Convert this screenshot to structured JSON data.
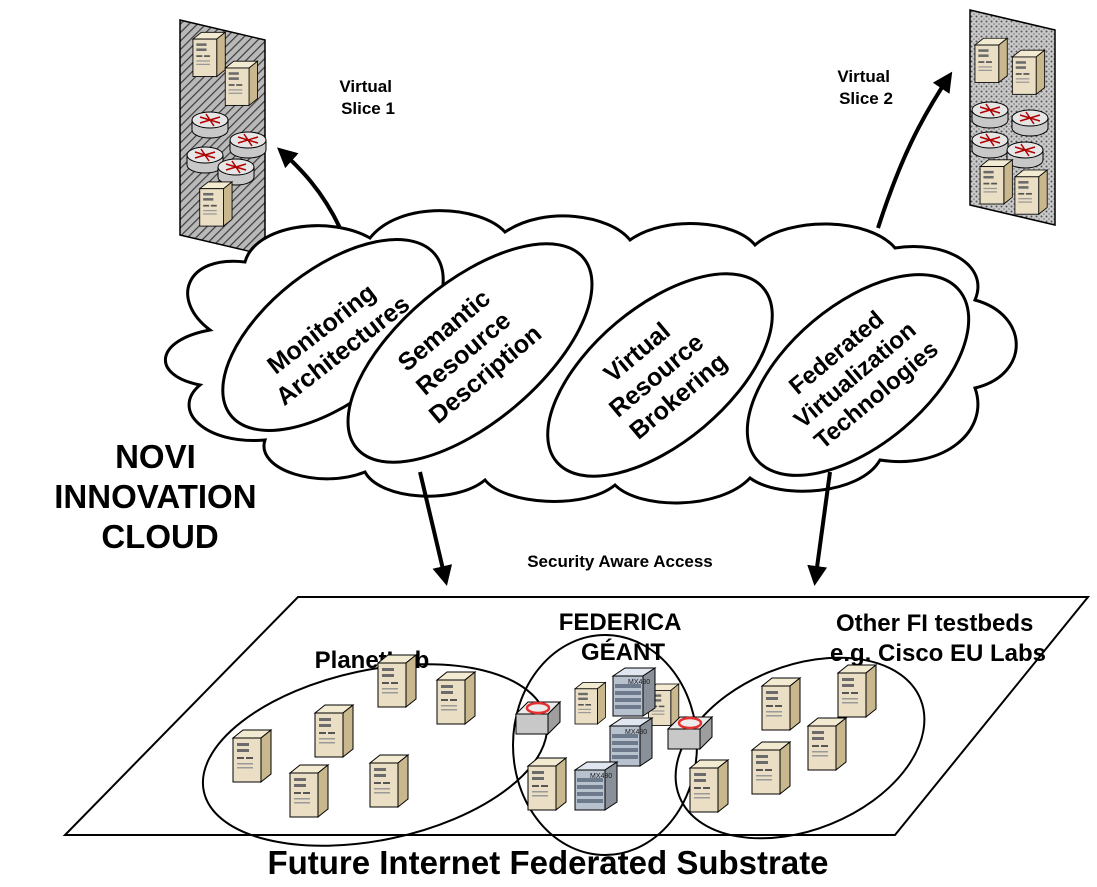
{
  "slices": [
    {
      "lines": [
        "Virtual",
        "Slice 1"
      ]
    },
    {
      "lines": [
        "Virtual",
        "Slice 2"
      ]
    }
  ],
  "cloud": {
    "title_lines": [
      "NOVI",
      "INNOVATION",
      "CLOUD"
    ],
    "components": [
      {
        "lines": [
          "Monitoring",
          "Architectures"
        ]
      },
      {
        "lines": [
          "Semantic",
          "Resource",
          "Description"
        ]
      },
      {
        "lines": [
          "Virtual",
          "Resource",
          "Brokering"
        ]
      },
      {
        "lines": [
          "Federated",
          "Virtualization",
          "Technologies"
        ]
      }
    ]
  },
  "access_label": "Security Aware Access",
  "substrate": {
    "title": "Future Internet Federated Substrate",
    "testbeds": [
      {
        "lines": [
          "PlanetLab"
        ]
      },
      {
        "lines": [
          "FEDERICA",
          "GÉANT"
        ]
      },
      {
        "lines": [
          "Other FI testbeds",
          "e.g. Cisco EU Labs"
        ]
      }
    ],
    "router_model": "MX480"
  },
  "colors": {
    "slice_fill": "#9a9a9a",
    "server_body": "#e8dcc0",
    "server_front": "#f6eeda",
    "router_ring": "#e53030",
    "outline": "#000000"
  }
}
